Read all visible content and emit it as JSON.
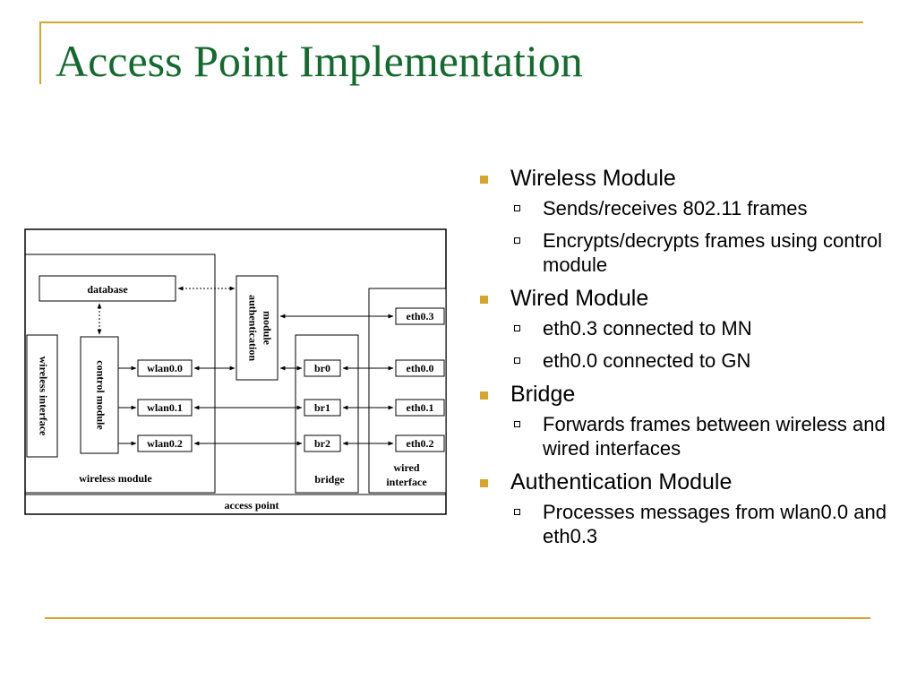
{
  "slide": {
    "title": "Access Point Implementation"
  },
  "diagram": {
    "labels": {
      "database": "database",
      "authentication_module_line1": "authentication",
      "authentication_module_line2": "module",
      "wireless_interface": "wireless interface",
      "control_module": "control module",
      "wlan00": "wlan0.0",
      "wlan01": "wlan0.1",
      "wlan02": "wlan0.2",
      "br0": "br0",
      "br1": "br1",
      "br2": "br2",
      "eth03": "eth0.3",
      "eth00": "eth0.0",
      "eth01": "eth0.1",
      "eth02": "eth0.2",
      "wireless_module": "wireless module",
      "bridge": "bridge",
      "wired_interface_line1": "wired",
      "wired_interface_line2": "interface",
      "access_point": "access point"
    }
  },
  "bullets": [
    {
      "text": "Wireless Module",
      "subitems": [
        "Sends/receives 802.11 frames",
        "Encrypts/decrypts frames using control module"
      ]
    },
    {
      "text": "Wired Module",
      "subitems": [
        "eth0.3 connected to MN",
        "eth0.0 connected to GN"
      ]
    },
    {
      "text": "Bridge",
      "subitems": [
        "Forwards frames between wireless and wired interfaces"
      ]
    },
    {
      "text": "Authentication Module",
      "subitems": [
        "Processes messages from wlan0.0 and eth0.3"
      ]
    }
  ],
  "colors": {
    "accent": "#d6a52a",
    "title": "#146a2e"
  }
}
